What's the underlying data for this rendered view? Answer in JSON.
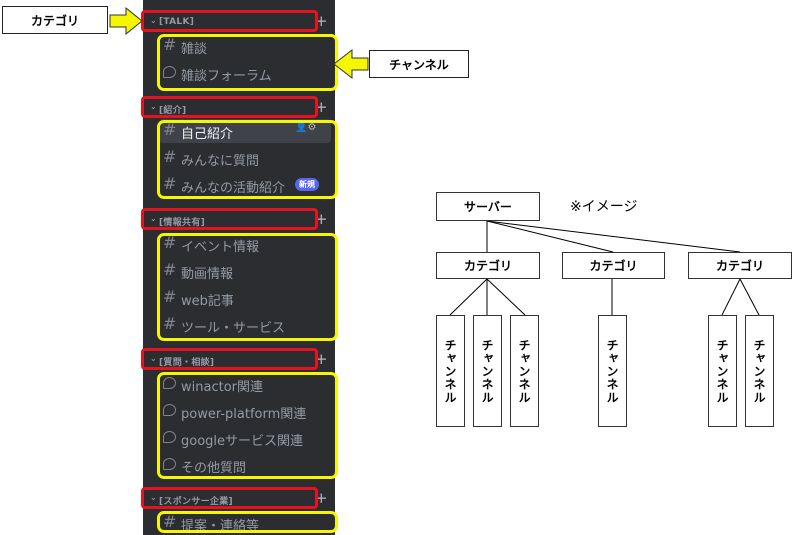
{
  "sidebar": {
    "categories": [
      {
        "label": "[TALK]",
        "channels": [
          {
            "icon": "#",
            "name": "雑談"
          },
          {
            "icon": "forum",
            "name": "雑談フォーラム"
          }
        ]
      },
      {
        "label": "[紹介]",
        "channels": [
          {
            "icon": "#",
            "name": "自己紹介"
          },
          {
            "icon": "#",
            "name": "みんなに質問"
          },
          {
            "icon": "#",
            "name": "みんなの活動紹介",
            "badge": "新規"
          }
        ]
      },
      {
        "label": "[情報共有]",
        "channels": [
          {
            "icon": "#",
            "name": "イベント情報"
          },
          {
            "icon": "#",
            "name": "動画情報"
          },
          {
            "icon": "#",
            "name": "web記事"
          },
          {
            "icon": "#",
            "name": "ツール・サービス"
          }
        ]
      },
      {
        "label": "[質問・相談]",
        "channels": [
          {
            "icon": "forum",
            "name": "winactor関連"
          },
          {
            "icon": "forum",
            "name": "power-platform関連"
          },
          {
            "icon": "forum",
            "name": "googleサービス関連"
          },
          {
            "icon": "forum",
            "name": "その他質問"
          }
        ]
      },
      {
        "label": "[スポンサー企業]",
        "channels": [
          {
            "icon": "#",
            "name": "提案・連絡等"
          }
        ]
      }
    ],
    "chevron": "⌄",
    "plus": "+",
    "active_actions": "👤⚙"
  },
  "callouts": {
    "category": "カテゴリ",
    "channel": "チャンネル",
    "arrow_color": "#f6f600"
  },
  "diagram": {
    "server": "サーバー",
    "note": "※イメージ",
    "categories": [
      "カテゴリ",
      "カテゴリ",
      "カテゴリ"
    ],
    "channel_label": "チャンネル"
  },
  "colors": {
    "sidebar_bg": "#2b2d31",
    "category_highlight": "#e3141f",
    "channel_highlight": "#f6f600",
    "badge": "#5865f2"
  }
}
